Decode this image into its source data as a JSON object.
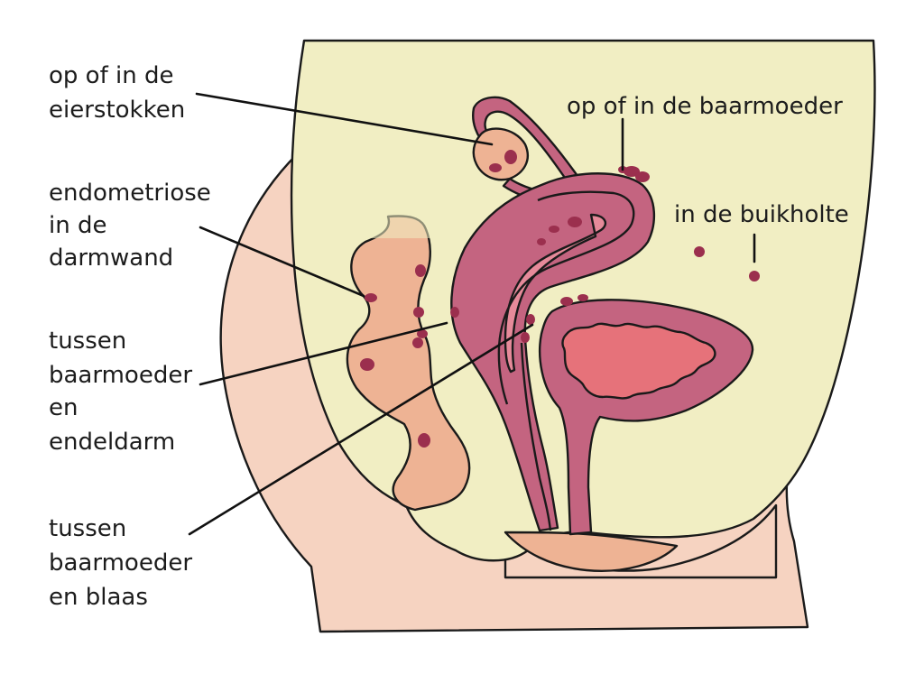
{
  "labels": {
    "ovaries": [
      "op of in de",
      "eierstokken"
    ],
    "bowel_wall": [
      "endometriose",
      "in de",
      "darmwand"
    ],
    "uterus_rectum": [
      "tussen",
      "baarmoeder",
      "en",
      "endeldarm"
    ],
    "uterus_bladder": [
      "tussen",
      "baarmoeder",
      "en blaas"
    ],
    "on_uterus": [
      "op of in de baarmoeder"
    ],
    "abdominal_cavity": [
      "in de buikholte"
    ]
  },
  "colors": {
    "skin": "#f6d3c1",
    "cavity": "#f1eec3",
    "uterus": "#c46480",
    "uterus_dark": "#9e3e5b",
    "bowel": "#eeb394",
    "bladder_inner": "#e6727a",
    "lesion": "#9b2f4e",
    "outline": "#1a1a1a"
  }
}
